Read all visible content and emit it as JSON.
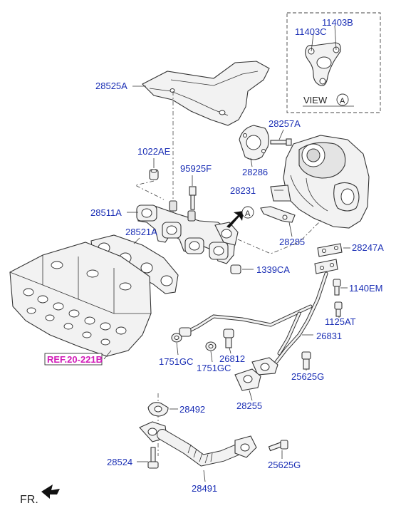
{
  "view": {
    "label": "VIEW",
    "marker": "A",
    "part_left": "11403C",
    "part_right": "11403B"
  },
  "arrow_marker": "A",
  "ref_label": "REF.20-221B",
  "front_label": "FR.",
  "parts": {
    "p28525A": "28525A",
    "p1022AE": "1022AE",
    "p95925F": "95925F",
    "p28257A": "28257A",
    "p28286": "28286",
    "p28231": "28231",
    "p28511A": "28511A",
    "p28521A": "28521A",
    "p28285": "28285",
    "p28247A": "28247A",
    "p1339CA": "1339CA",
    "p1140EM": "1140EM",
    "p1125AT": "1125AT",
    "p26831": "26831",
    "p1751GC_a": "1751GC",
    "p26812": "26812",
    "p1751GC_b": "1751GC",
    "p25625G_a": "25625G",
    "p28255": "28255",
    "p28492": "28492",
    "p28524": "28524",
    "p25625G_b": "25625G",
    "p28491": "28491"
  }
}
